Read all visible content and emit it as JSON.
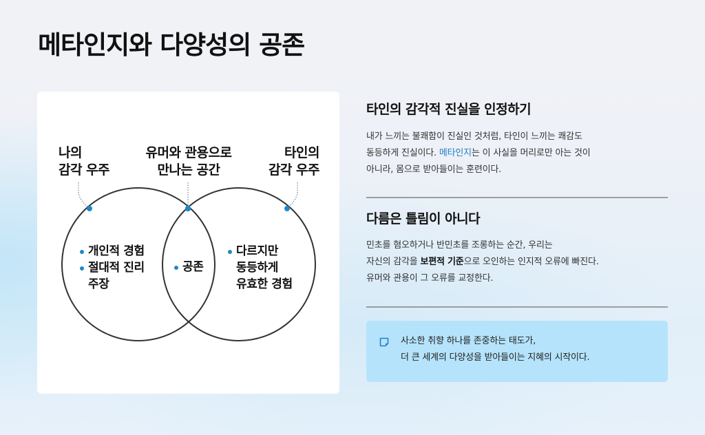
{
  "page": {
    "title": "메타인지와 다양성의 공존"
  },
  "diagram": {
    "labels": {
      "left": [
        "나의",
        "감각 우주"
      ],
      "center": [
        "유머와 관용으로",
        "만나는 공간"
      ],
      "right": [
        "타인의",
        "감각 우주"
      ]
    },
    "left_items": [
      "개인적 경험",
      "절대적 진리 주장"
    ],
    "left_items_lines": [
      [
        "개인적 경험"
      ],
      [
        "절대적 진리",
        "주장"
      ]
    ],
    "center_items": [
      "공존"
    ],
    "right_items_lines": [
      [
        "다르지만",
        "동등하게",
        "유효한 경험"
      ]
    ],
    "colors": {
      "accent": "#1e88c7",
      "circle_stroke": "#333333",
      "leader_line": "#7a8a99"
    }
  },
  "sections": [
    {
      "heading": "타인의 감각적 진실을 인정하기",
      "body_lines": [
        [
          {
            "text": "내가 느끼는 불쾌함이 진실인 것처럼, 타인이 느끼는 쾌감도"
          }
        ],
        [
          {
            "text": "동등하게 진실이다. "
          },
          {
            "text": "메타인지",
            "style": "highlight"
          },
          {
            "text": "는 이 사실을 머리로만 아는 것이"
          }
        ],
        [
          {
            "text": "아니라, 몸으로 받아들이는 훈련이다."
          }
        ]
      ]
    },
    {
      "heading": "다름은 틀림이 아니다",
      "body_lines": [
        [
          {
            "text": "민초를 혐오하거나 반민초를 조롱하는 순간, 우리는"
          }
        ],
        [
          {
            "text": "자신의 감각을 "
          },
          {
            "text": "보편적 기준",
            "style": "bold"
          },
          {
            "text": "으로 오인하는 인지적 오류에 빠진다."
          }
        ],
        [
          {
            "text": "유머와 관용이 그 오류를 교정한다."
          }
        ]
      ]
    }
  ],
  "callout": {
    "icon": "sticky-note-icon",
    "lines": [
      "사소한 취향 하나를 존중하는 태도가,",
      "더 큰 세계의 다양성을 받아들이는 지혜의 시작이다."
    ],
    "background": "#b5e3fb"
  },
  "colors": {
    "highlight": "#1c7fc1",
    "divider": "#8e8e8e"
  }
}
